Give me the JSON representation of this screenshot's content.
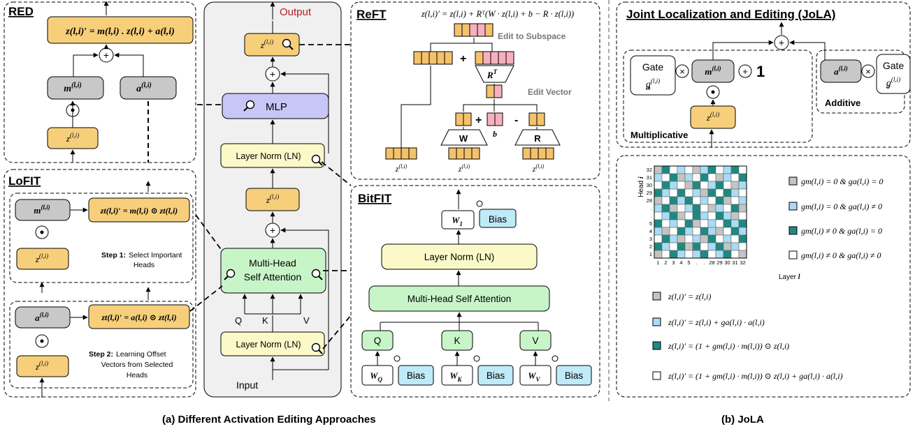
{
  "titles": {
    "red": "RED",
    "lofit": "LoFIT",
    "reft": "ReFT",
    "bitfit": "BitFIT",
    "jola": "Joint Localization and Editing (JoLA)"
  },
  "captions": {
    "a": "(a) Different Activation Editing Approaches",
    "b": "(b) JoLA"
  },
  "math": {
    "z": "z",
    "sup_li": "(l,i)",
    "m": "m",
    "a": "a",
    "W": "W",
    "R": "R",
    "b": "b",
    "W1": "W",
    "sub1": "1",
    "WQ": "W",
    "subQ": "Q",
    "WK": "W",
    "subK": "K",
    "WV": "W",
    "subV": "V",
    "RT": "R",
    "supT": "T",
    "one": "1",
    "gate_g": "g",
    "sub_m": "m",
    "sub_a": "a"
  },
  "red": {
    "formula": "z(l,i)′ = m(l,i) . z(l,i) + a(l,i)"
  },
  "lofit": {
    "formula1": "zt(l,i)′ = m(l,i) ⊙ zt(l,i)",
    "formula2": "zt(l,i)′ = a(l,i) ⊙ zt(l,i)",
    "step1_bold": "Step 1:",
    "step1_text": "Select Important",
    "step1_text2": "Heads",
    "step2_bold": "Step 2:",
    "step2_text": "Learning Offset",
    "step2_text2": "Vectors from Selected",
    "step2_text3": "Heads"
  },
  "transformer": {
    "output": "Output",
    "mlp": "MLP",
    "layer_norm": "Layer Norm (LN)",
    "mhsa_line1": "Multi-Head",
    "mhsa_line2": "Self Attention",
    "q": "Q",
    "k": "K",
    "v": "V",
    "input": "Input"
  },
  "reft": {
    "formula": "z(l,i)′ = z(l,i) + Rᵀ(W · z(l,i) + b − R · z(l,i))",
    "edit_subspace": "Edit to Subspace",
    "edit_vector": "Edit Vector",
    "plus": "+",
    "minus": "-"
  },
  "bitfit": {
    "bias": "Bias",
    "layer_norm": "Layer Norm (LN)",
    "mhsa": "Multi-Head Self Attention",
    "q": "Q",
    "k": "K",
    "v": "V"
  },
  "jola": {
    "gate": "Gate",
    "multiplicative": "Multiplicative",
    "additive": "Additive",
    "head_axis": "Head",
    "head_var": "i",
    "layer_axis": "Layer",
    "layer_var": "l",
    "y_ticks": [
      "32",
      "31",
      "30",
      "29",
      "28",
      ".",
      ".",
      "5",
      "4",
      "3",
      "2",
      "1"
    ],
    "x_ticks": [
      "1",
      "2",
      "3",
      "4",
      "5",
      ".",
      ".",
      "28",
      "29",
      "30",
      "31",
      "32"
    ],
    "legend": [
      "gm(l,i) = 0 & ga(l,i) = 0",
      "gm(l,i) = 0 & ga(l,i) ≠ 0",
      "gm(l,i) ≠ 0 & ga(l,i) = 0",
      "gm(l,i) ≠ 0 & ga(l,i) ≠ 0"
    ],
    "equations": [
      "z(l,i)′ = z(l,i)",
      "z(l,i)′ = z(l,i) + ga(l,i) · a(l,i)",
      "z(l,i)′ = (1 + gm(l,i) · m(l,i)) ⊙ z(l,i)",
      "z(l,i)′ = (1 + gm(l,i) · m(l,i)) ⊙ z(l,i) + ga(l,i) · a(l,i)"
    ],
    "colors": {
      "gray": "#c4c4c4",
      "blue": "#a9dcf5",
      "teal": "#1c8a82",
      "white": "#ffffff"
    },
    "grid": [
      "GTWBWGBTWBTW",
      "BWTGBWTWGBWT",
      "WTBWGTWBTWGB",
      "TBWTWBGTWTBW",
      "GWTBTWBWTGWB",
      "BTGWBTWGBWTG",
      "WBTGWTBWTBGW",
      "TWBWTGWBWTBT",
      "BGWTBWTBGWTB",
      "WTBGWBGTWBWT",
      "TBWTGTWBTGBW",
      "GWTBWBTWBTWG"
    ]
  }
}
